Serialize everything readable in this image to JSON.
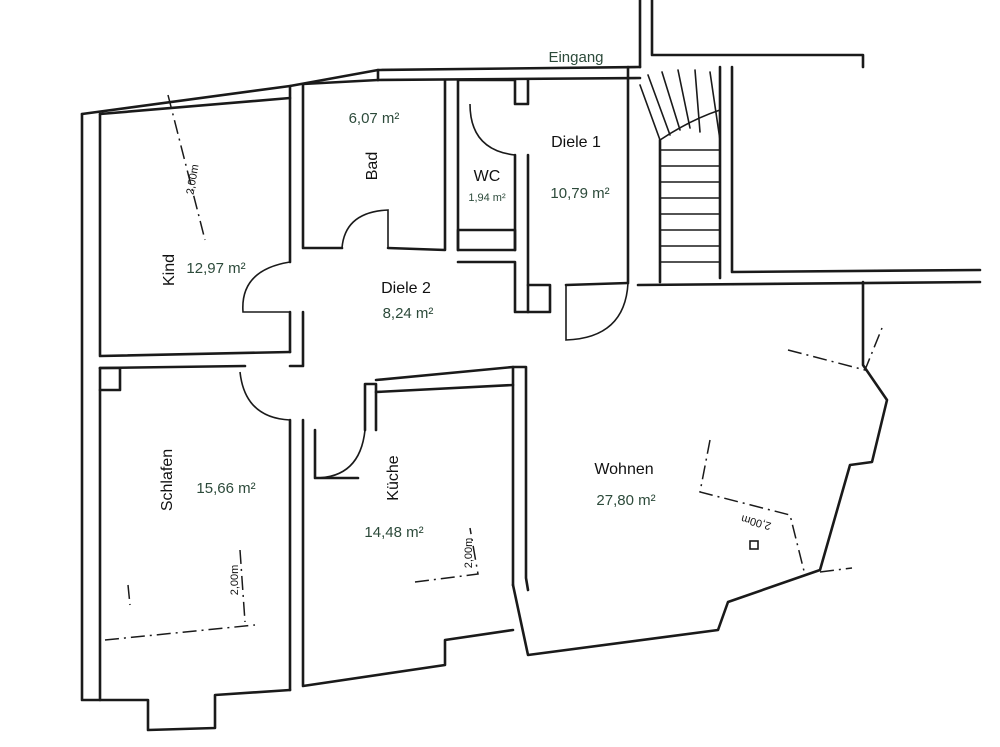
{
  "entrance": {
    "label": "Eingang"
  },
  "rooms": {
    "bad": {
      "name": "Bad",
      "area": "6,07 m²"
    },
    "wc": {
      "name": "WC",
      "area": "1,94 m²"
    },
    "diele1": {
      "name": "Diele 1",
      "area": "10,79 m²"
    },
    "kind": {
      "name": "Kind",
      "area": "12,97 m²"
    },
    "diele2": {
      "name": "Diele 2",
      "area": "8,24 m²"
    },
    "schlafen": {
      "name": "Schlafen",
      "area": "15,66 m²"
    },
    "kueche": {
      "name": "Küche",
      "area": "14,48 m²"
    },
    "wohnen": {
      "name": "Wohnen",
      "area": "27,80 m²"
    }
  },
  "dimensions": {
    "kind": "2,00m",
    "schlafen": "2,00m",
    "kueche": "2,00m",
    "wohnen": "2,00m"
  },
  "colors": {
    "wall": "#1a1a1a",
    "area_text": "#2c4a3a"
  }
}
